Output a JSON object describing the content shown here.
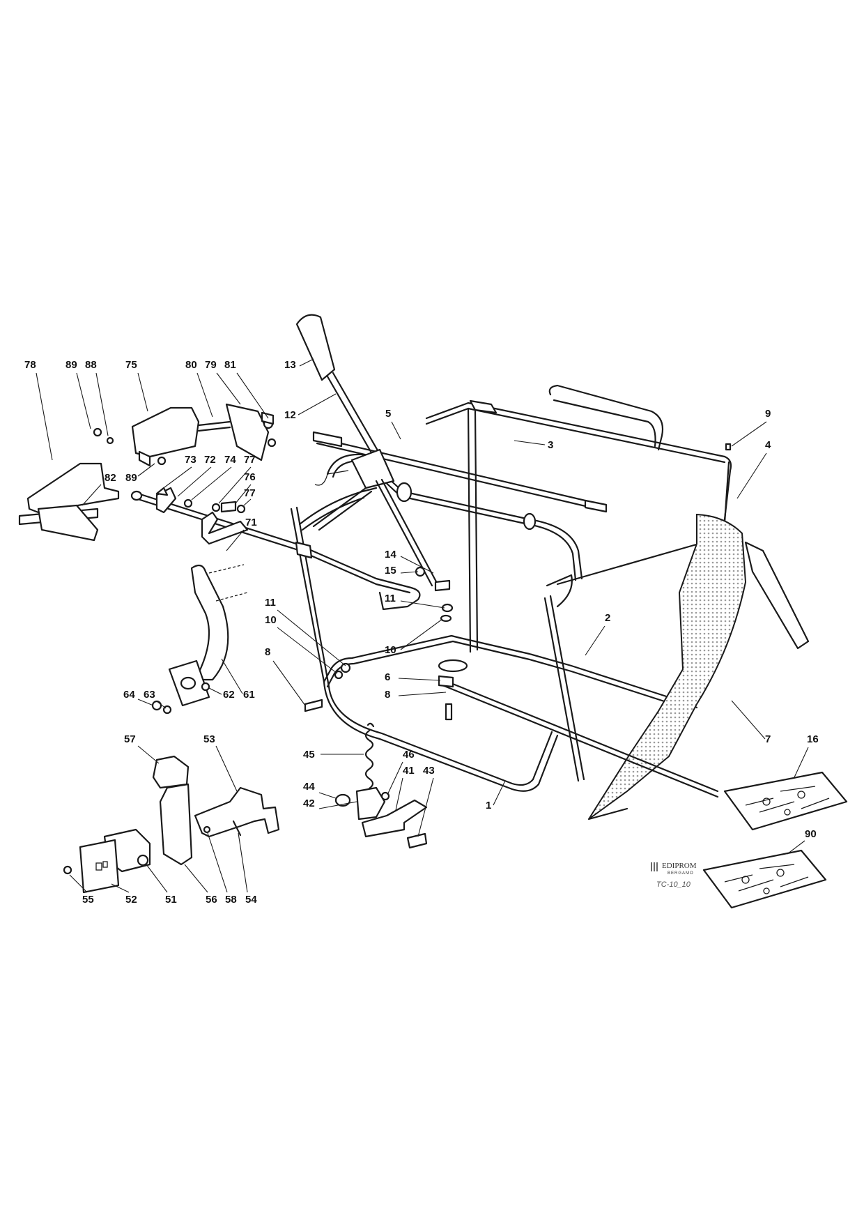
{
  "logo": {
    "name": "EDIPROM",
    "subtitle": "BERGAMO"
  },
  "drawing_code": "TC-10_10",
  "colors": {
    "ink": "#1a1a1a",
    "bag_pattern": "#9a9a9a",
    "background": "#ffffff"
  },
  "callouts": [
    {
      "label": "78"
    },
    {
      "label": "89"
    },
    {
      "label": "88"
    },
    {
      "label": "75"
    },
    {
      "label": "80"
    },
    {
      "label": "79"
    },
    {
      "label": "81"
    },
    {
      "label": "13"
    },
    {
      "label": "12"
    },
    {
      "label": "5"
    },
    {
      "label": "3"
    },
    {
      "label": "9"
    },
    {
      "label": "4"
    },
    {
      "label": "89"
    },
    {
      "label": "73"
    },
    {
      "label": "72"
    },
    {
      "label": "74"
    },
    {
      "label": "77"
    },
    {
      "label": "76"
    },
    {
      "label": "77"
    },
    {
      "label": "82"
    },
    {
      "label": "71"
    },
    {
      "label": "14"
    },
    {
      "label": "15"
    },
    {
      "label": "11"
    },
    {
      "label": "11"
    },
    {
      "label": "2"
    },
    {
      "label": "10"
    },
    {
      "label": "10"
    },
    {
      "label": "8"
    },
    {
      "label": "6"
    },
    {
      "label": "8"
    },
    {
      "label": "64"
    },
    {
      "label": "63"
    },
    {
      "label": "62"
    },
    {
      "label": "61"
    },
    {
      "label": "57"
    },
    {
      "label": "53"
    },
    {
      "label": "45"
    },
    {
      "label": "46"
    },
    {
      "label": "41"
    },
    {
      "label": "43"
    },
    {
      "label": "44"
    },
    {
      "label": "42"
    },
    {
      "label": "1"
    },
    {
      "label": "7"
    },
    {
      "label": "16"
    },
    {
      "label": "90"
    },
    {
      "label": "55"
    },
    {
      "label": "52"
    },
    {
      "label": "51"
    },
    {
      "label": "56"
    },
    {
      "label": "58"
    },
    {
      "label": "54"
    }
  ]
}
